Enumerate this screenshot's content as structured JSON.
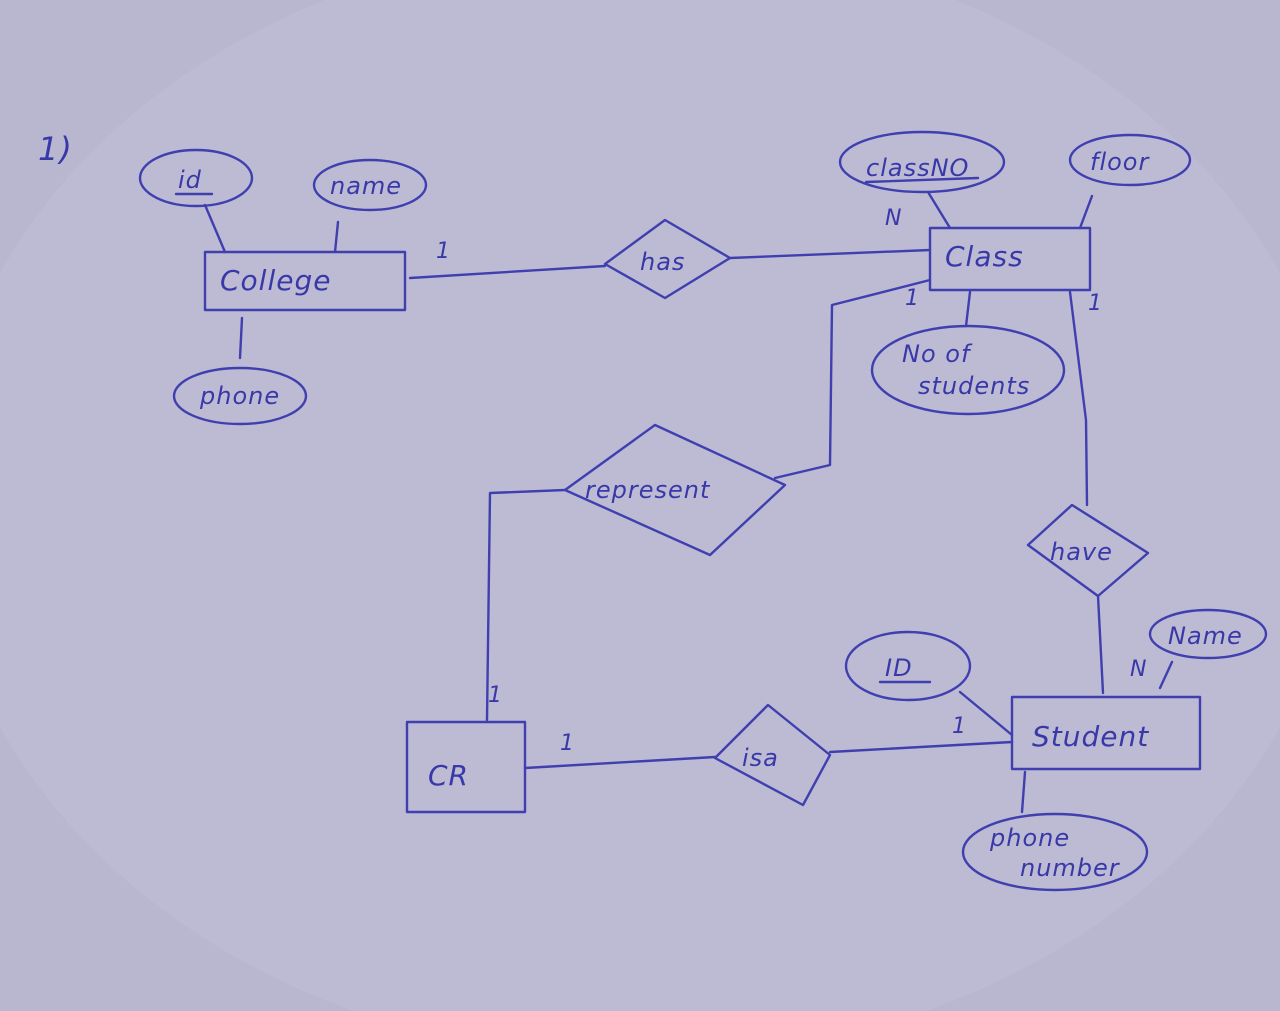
{
  "question_number": "1)",
  "entities": {
    "college": "College",
    "class": "Class",
    "student": "Student",
    "cr": "CR"
  },
  "attributes": {
    "college_id": "id",
    "college_name": "name",
    "college_phone": "phone",
    "class_no": "classNO",
    "class_floor": "floor",
    "class_no_of_students_line1": "No of",
    "class_no_of_students_line2": "students",
    "student_id": "ID",
    "student_name": "Name",
    "student_phone_line1": "phone",
    "student_phone_line2": "number"
  },
  "relationships": {
    "has": "has",
    "represent": "represent",
    "have": "have",
    "isa": "isa"
  },
  "cardinalities": {
    "college_has": "1",
    "class_has": "N",
    "class_represent": "1",
    "class_have": "1",
    "cr_represent": "1",
    "cr_isa": "1",
    "student_isa": "1",
    "student_have": "N"
  },
  "colors": {
    "paper": "#b9b6cf",
    "ink": "#3f3fb0"
  }
}
